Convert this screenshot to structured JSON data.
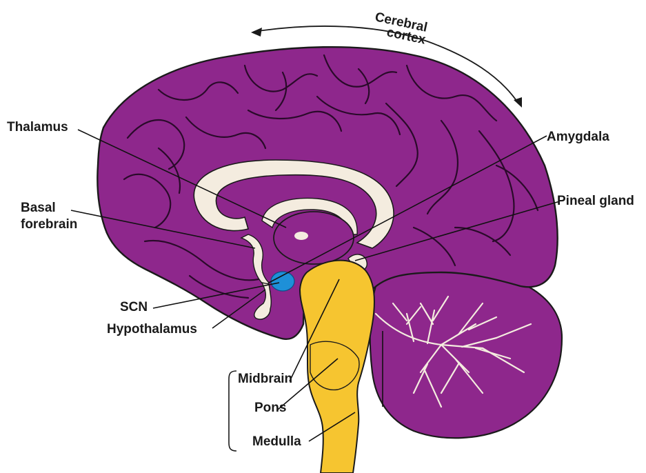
{
  "colors": {
    "cortex": "#8e278c",
    "brainstem": "#f6c530",
    "white_matter": "#f4ecdf",
    "scn": "#1e90d8",
    "outline": "#1a1a1a",
    "background": "#ffffff"
  },
  "labels": {
    "cerebral_cortex": {
      "line1": "Cerebral",
      "line2": "cortex"
    },
    "thalamus": "Thalamus",
    "amygdala": "Amygdala",
    "basal_forebrain": {
      "line1": "Basal",
      "line2": "forebrain"
    },
    "pineal_gland": "Pineal gland",
    "scn": "SCN",
    "hypothalamus": "Hypothalamus",
    "midbrain": "Midbrain",
    "pons": "Pons",
    "medulla": "Medulla"
  }
}
